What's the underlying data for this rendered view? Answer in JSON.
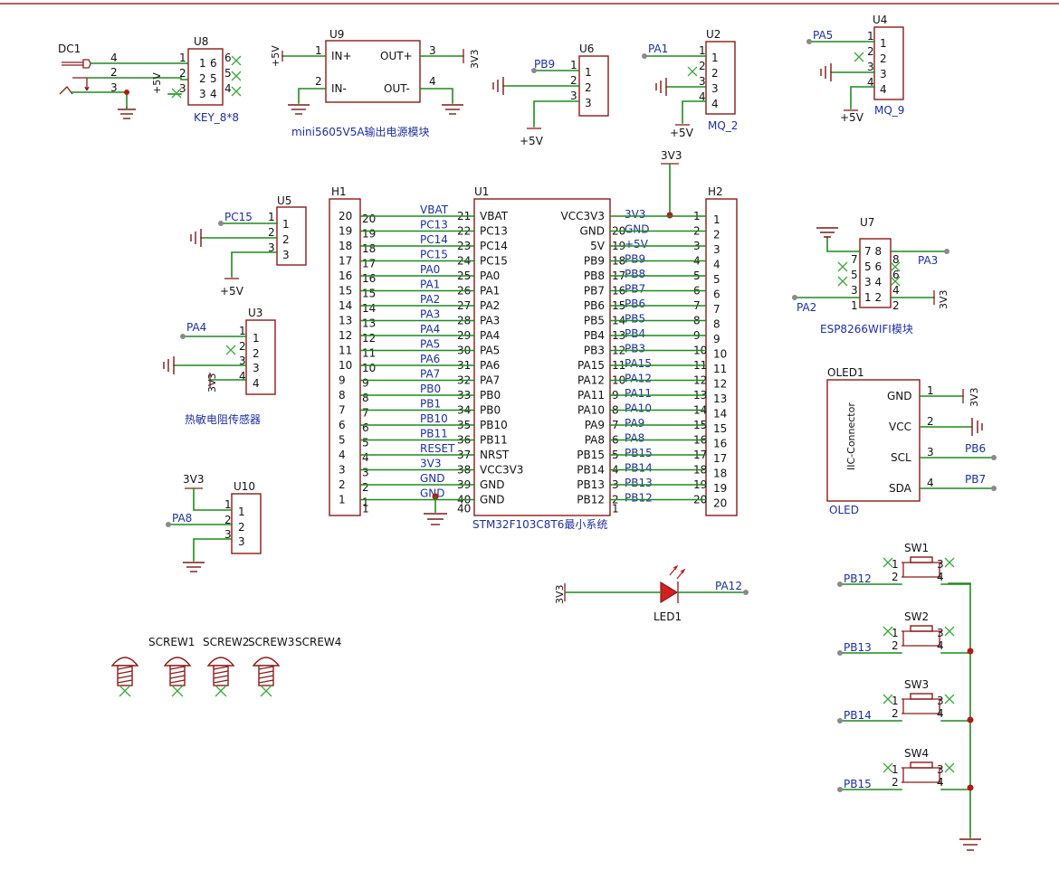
{
  "schematic": {
    "dc1": {
      "ref": "DC1",
      "pins": [
        "4",
        "2",
        "3"
      ]
    },
    "u8": {
      "ref": "U8",
      "name": "KEY_8*8",
      "net": "+5V",
      "pin_left": [
        "1",
        "2",
        "3"
      ],
      "pin_right": [
        "6",
        "5",
        "4"
      ]
    },
    "u9": {
      "ref": "U9",
      "name": "mini5605V5A输出电源模块",
      "in_plus": "IN+",
      "in_minus": "IN-",
      "out_plus": "OUT+",
      "out_minus": "OUT-",
      "pins": [
        "1",
        "2",
        "3",
        "4"
      ],
      "net_in": "+5V",
      "net_out": "3V3"
    },
    "u6": {
      "ref": "U6",
      "pins": [
        "1",
        "2",
        "3"
      ],
      "net_top": "PB9",
      "net_bottom": "+5V"
    },
    "u2": {
      "ref": "U2",
      "name": "MQ_2",
      "pins": [
        "1",
        "2",
        "3",
        "4"
      ],
      "net_top": "PA1",
      "net_bottom": "+5V"
    },
    "u4": {
      "ref": "U4",
      "name": "MQ_9",
      "pins": [
        "1",
        "2",
        "3",
        "4"
      ],
      "net_top": "PA5",
      "net_bottom": "+5V"
    },
    "u5": {
      "ref": "U5",
      "pins": [
        "1",
        "2",
        "3"
      ],
      "net_top": "PC15",
      "net_bottom": "+5V"
    },
    "u3": {
      "ref": "U3",
      "name": "热敏电阻传感器",
      "pins": [
        "1",
        "2",
        "3",
        "4"
      ],
      "net_top": "PA4",
      "net_bottom": "3V3"
    },
    "u10": {
      "ref": "U10",
      "pins": [
        "1",
        "2",
        "3"
      ],
      "net_top": "3V3",
      "net_mid": "PA8"
    },
    "h1": {
      "ref": "H1",
      "pins": [
        "20",
        "19",
        "18",
        "17",
        "16",
        "15",
        "14",
        "13",
        "12",
        "11",
        "10",
        "9",
        "8",
        "7",
        "6",
        "5",
        "4",
        "3",
        "2",
        "1"
      ]
    },
    "h2": {
      "ref": "H2",
      "pins": [
        "1",
        "2",
        "3",
        "4",
        "5",
        "6",
        "7",
        "8",
        "9",
        "10",
        "11",
        "12",
        "13",
        "14",
        "15",
        "16",
        "17",
        "18",
        "19",
        "20"
      ]
    },
    "u1": {
      "ref": "U1",
      "name": "STM32F103C8T6最小系统",
      "left_nets": [
        "VBAT",
        "PC13",
        "PC14",
        "PC15",
        "PA0",
        "PA1",
        "PA2",
        "PA3",
        "PA4",
        "PA5",
        "PA6",
        "PA7",
        "PB0",
        "PB1",
        "PB10",
        "PB11",
        "RESET",
        "3V3",
        "GND",
        "GND"
      ],
      "left_pin_nums": [
        "21",
        "22",
        "23",
        "24",
        "25",
        "26",
        "27",
        "28",
        "29",
        "30",
        "31",
        "32",
        "33",
        "34",
        "35",
        "36",
        "37",
        "38",
        "39",
        "40"
      ],
      "left_labels": [
        "VBAT",
        "PC13",
        "PC14",
        "PC15",
        "PA0",
        "PA1",
        "PA2",
        "PA3",
        "PA4",
        "PA5",
        "PA6",
        "PA7",
        "PB0",
        "PB0",
        "PB10",
        "PB11",
        "NRST",
        "VCC3V3",
        "GND",
        "GND"
      ],
      "right_labels": [
        "VCC3V3",
        "GND",
        "5V",
        "PB9",
        "PB8",
        "PB7",
        "PB6",
        "PB5",
        "PB4",
        "PB3",
        "PA15",
        "PA12",
        "PA11",
        "PA10",
        "PA9",
        "PA8",
        "PB15",
        "PB14",
        "PB13",
        "PB12"
      ],
      "right_pin_nums": [
        "",
        "20",
        "19",
        "18",
        "17",
        "16",
        "15",
        "14",
        "13",
        "12",
        "11",
        "10",
        "9",
        "8",
        "7",
        "6",
        "5",
        "4",
        "3",
        "2"
      ],
      "right_nets": [
        "3V3",
        "GND",
        "+5V",
        "PB9",
        "PB8",
        "PB7",
        "PB6",
        "PB5",
        "PB4",
        "PB3",
        "PA15",
        "PA12",
        "PA11",
        "PA10",
        "PA9",
        "PA8",
        "PB15",
        "PB14",
        "PB13",
        "PB12"
      ],
      "pin_1": "1",
      "pin_40": "40",
      "top_net": "3V3"
    },
    "u7": {
      "ref": "U7",
      "name": "ESP8266WIFI模块",
      "net_a": "PA3",
      "net_b": "PA2",
      "net_c": "3V3",
      "left_pins": [
        "7",
        "5",
        "3",
        "1"
      ],
      "right_pins": [
        "8",
        "6",
        "4",
        "2"
      ],
      "inner": [
        "7 8",
        "5 6",
        "3 4",
        "1 2"
      ]
    },
    "oled": {
      "ref": "OLED1",
      "name": "OLED",
      "connector": "IIC-Connector",
      "labels": [
        "GND",
        "VCC",
        "SCL",
        "SDA"
      ],
      "pins": [
        "1",
        "2",
        "3",
        "4"
      ],
      "nets": [
        "3V3",
        "PB6",
        "PB7"
      ]
    },
    "led": {
      "ref": "LED1",
      "net_left": "3V3",
      "net_right": "PA12"
    },
    "switches": [
      {
        "ref": "SW1",
        "net": "PB12"
      },
      {
        "ref": "SW2",
        "net": "PB13"
      },
      {
        "ref": "SW3",
        "net": "PB14"
      },
      {
        "ref": "SW4",
        "net": "PB15"
      }
    ],
    "sw_pins": [
      "1",
      "2",
      "3",
      "4"
    ],
    "screws": [
      "SCREW1",
      "SCREW2",
      "SCREW3",
      "SCREW4"
    ],
    "colors": {
      "wire": "#1f8a1f",
      "component": "#8b1a1a",
      "net_label": "#1d2f9e",
      "junction": "#b01a1a"
    }
  }
}
